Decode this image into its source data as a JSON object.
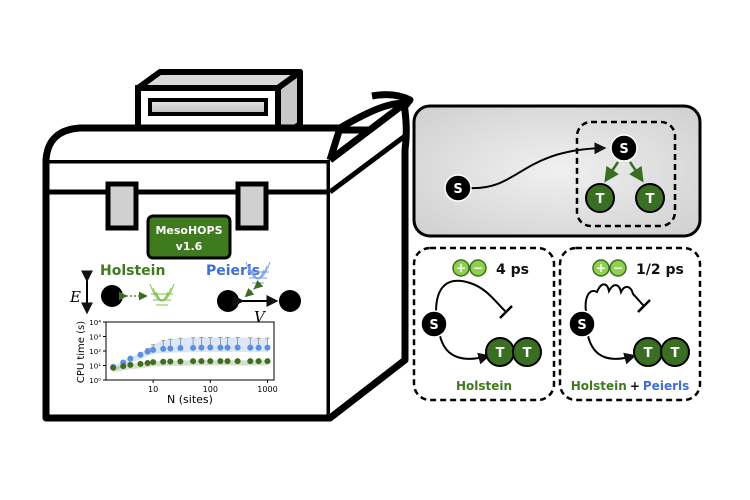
{
  "badge": {
    "line1": "MesoHOPS",
    "line2": "v1.6"
  },
  "box_labels": {
    "holstein": "Holstein",
    "peierls": "Peierls",
    "energy": "E",
    "coupling": "V"
  },
  "chart_data": {
    "type": "scatter",
    "xlabel": "N (sites)",
    "ylabel": "CPU time (s)",
    "xscale": "log",
    "yscale": "log",
    "xlim": [
      1.5,
      1300
    ],
    "ylim": [
      1,
      10000
    ],
    "xticks": [
      "10",
      "100",
      "1000"
    ],
    "yticks": [
      "10⁰",
      "10¹",
      "10²",
      "10³",
      "10⁴"
    ],
    "x": [
      2,
      3,
      4,
      6,
      8,
      10,
      15,
      20,
      30,
      50,
      70,
      100,
      150,
      200,
      300,
      500,
      700,
      1000
    ],
    "series": [
      {
        "color": "#5b8fe0",
        "values": [
          8,
          16,
          30,
          55,
          90,
          120,
          140,
          150,
          160,
          165,
          170,
          175,
          170,
          172,
          175,
          170,
          168,
          170
        ],
        "err_up": [
          2,
          4,
          8,
          15,
          60,
          150,
          400,
          500,
          600,
          650,
          700,
          700,
          700,
          680,
          700,
          650,
          600,
          600
        ]
      },
      {
        "color": "#3f6e1e",
        "values": [
          7,
          9,
          11,
          13,
          15,
          17,
          18,
          19,
          19,
          20,
          20,
          20,
          20,
          20,
          20,
          20,
          20,
          20
        ],
        "err_up": [
          1,
          1,
          2,
          2,
          3,
          3,
          3,
          3,
          3,
          3,
          3,
          3,
          3,
          3,
          3,
          3,
          3,
          3
        ]
      }
    ],
    "colors": {
      "peierls": "#5b8fe0",
      "holstein": "#3f6e1e"
    }
  },
  "panel_top": {
    "node_s": "S",
    "node_t1": "T",
    "node_t2": "T"
  },
  "panel_left": {
    "time": "4 ps",
    "label": "Holstein",
    "node_s": "S",
    "node_t1": "T",
    "node_t2": "T"
  },
  "panel_right": {
    "time": "1/2 ps",
    "label_a": "Holstein",
    "plus": "+",
    "label_b": "Peierls",
    "node_s": "S",
    "node_t1": "T",
    "node_t2": "T"
  },
  "colors": {
    "holstein_green": "#3f7a1e",
    "peierls_blue": "#3f6fd1",
    "triplet_green": "#3a6e22",
    "badge_green": "#3f7a1e",
    "charge_green": "#8fd14f"
  }
}
